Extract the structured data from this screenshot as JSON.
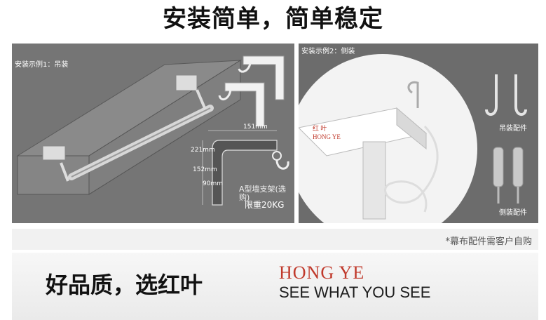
{
  "title": "安装简单，简单稳定",
  "left_panel": {
    "label": "安装示例1：吊装",
    "bracket_caption": "A型墙支架(选购)",
    "weight_caption": "限重20KG",
    "dims": [
      "151mm",
      "221mm",
      "152mm",
      "90mm"
    ]
  },
  "right_panel": {
    "label": "安装示例2：侧装",
    "hanging_parts_label": "吊装配件",
    "side_parts_label": "侧装配件",
    "box_brand_cn": "红 叶",
    "box_brand_en": "HONG YE"
  },
  "note": "*幕布配件需客户自购",
  "slogan": "好品质，选红叶",
  "brand": "HONG YE",
  "brand_tagline": "SEE WHAT YOU SEE"
}
